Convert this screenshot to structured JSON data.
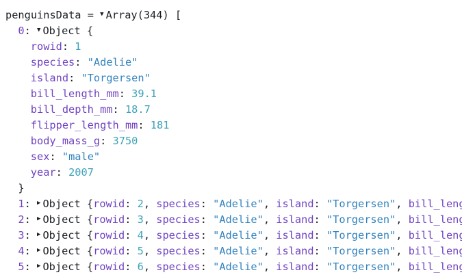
{
  "variable": "penguinsData",
  "array_label": "Array(344)",
  "expanded": {
    "index": "0",
    "type": "Object",
    "fields": [
      {
        "key": "rowid",
        "value": "1",
        "kind": "num"
      },
      {
        "key": "species",
        "value": "\"Adelie\"",
        "kind": "str"
      },
      {
        "key": "island",
        "value": "\"Torgersen\"",
        "kind": "str"
      },
      {
        "key": "bill_length_mm",
        "value": "39.1",
        "kind": "num"
      },
      {
        "key": "bill_depth_mm",
        "value": "18.7",
        "kind": "num"
      },
      {
        "key": "flipper_length_mm",
        "value": "181",
        "kind": "num"
      },
      {
        "key": "body_mass_g",
        "value": "3750",
        "kind": "num"
      },
      {
        "key": "sex",
        "value": "\"male\"",
        "kind": "str"
      },
      {
        "key": "year",
        "value": "2007",
        "kind": "num"
      }
    ]
  },
  "collapsed": [
    {
      "index": "1",
      "rowid": "2",
      "species": "\"Adelie\"",
      "island": "\"Torgersen\"",
      "next_key": "bill_length_mm"
    },
    {
      "index": "2",
      "rowid": "3",
      "species": "\"Adelie\"",
      "island": "\"Torgersen\"",
      "next_key": "bill_length_mm"
    },
    {
      "index": "3",
      "rowid": "4",
      "species": "\"Adelie\"",
      "island": "\"Torgersen\"",
      "next_key": "bill_length_mm"
    },
    {
      "index": "4",
      "rowid": "5",
      "species": "\"Adelie\"",
      "island": "\"Torgersen\"",
      "next_key": "bill_length_mm"
    },
    {
      "index": "5",
      "rowid": "6",
      "species": "\"Adelie\"",
      "island": "\"Torgersen\"",
      "next_key": "bill_length_mm"
    }
  ],
  "colors": {
    "key": "#6f42c1",
    "number": "#3ca2b8",
    "string": "#3182bd"
  },
  "icons": {
    "expanded": "triangle-down-icon",
    "collapsed": "triangle-right-icon"
  }
}
